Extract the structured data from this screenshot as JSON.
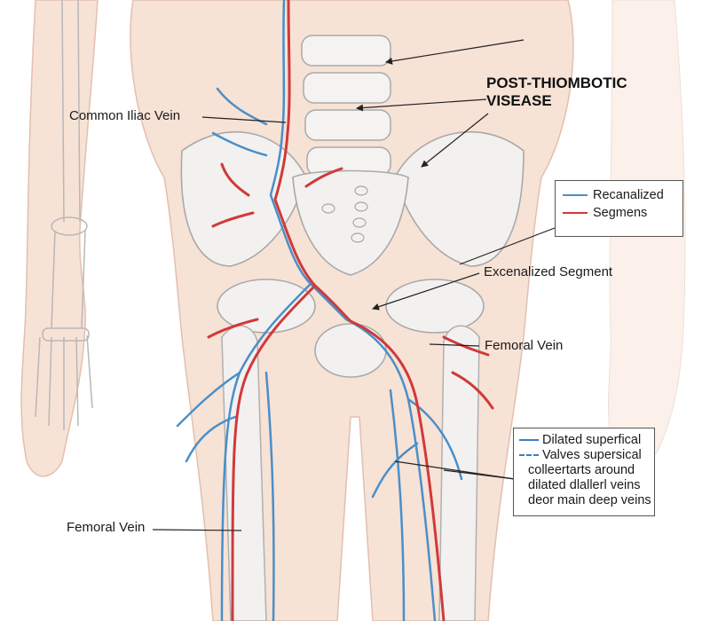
{
  "title": {
    "line1": "POST-THIOMBOTIC",
    "line2": "VISEASE"
  },
  "labels": {
    "common_iliac": "Common Iliac Vein",
    "excenalized": "Excenalized Segment",
    "femoral_right": "Femoral Vein",
    "femoral_left": "Femoral Vein"
  },
  "legend_top": {
    "items": [
      {
        "label": "Recanalized",
        "color": "#4a8fc8"
      },
      {
        "label": "Segmens",
        "color": "#d03a3a"
      }
    ]
  },
  "legend_bottom": {
    "line1": "Dilated superfical",
    "line2": "Valves supersical",
    "line3": "colleertarts around",
    "line4": "dilated dlallerl veins",
    "line5": "deor main deep veins",
    "solid_color": "#3b7fc4",
    "dashed_color": "#3b7fc4"
  },
  "colors": {
    "vein_blue": "#4a8fc8",
    "vein_red": "#d03a3a",
    "skin": "#f7e2d6",
    "bone_outline": "#a9a9a9"
  }
}
